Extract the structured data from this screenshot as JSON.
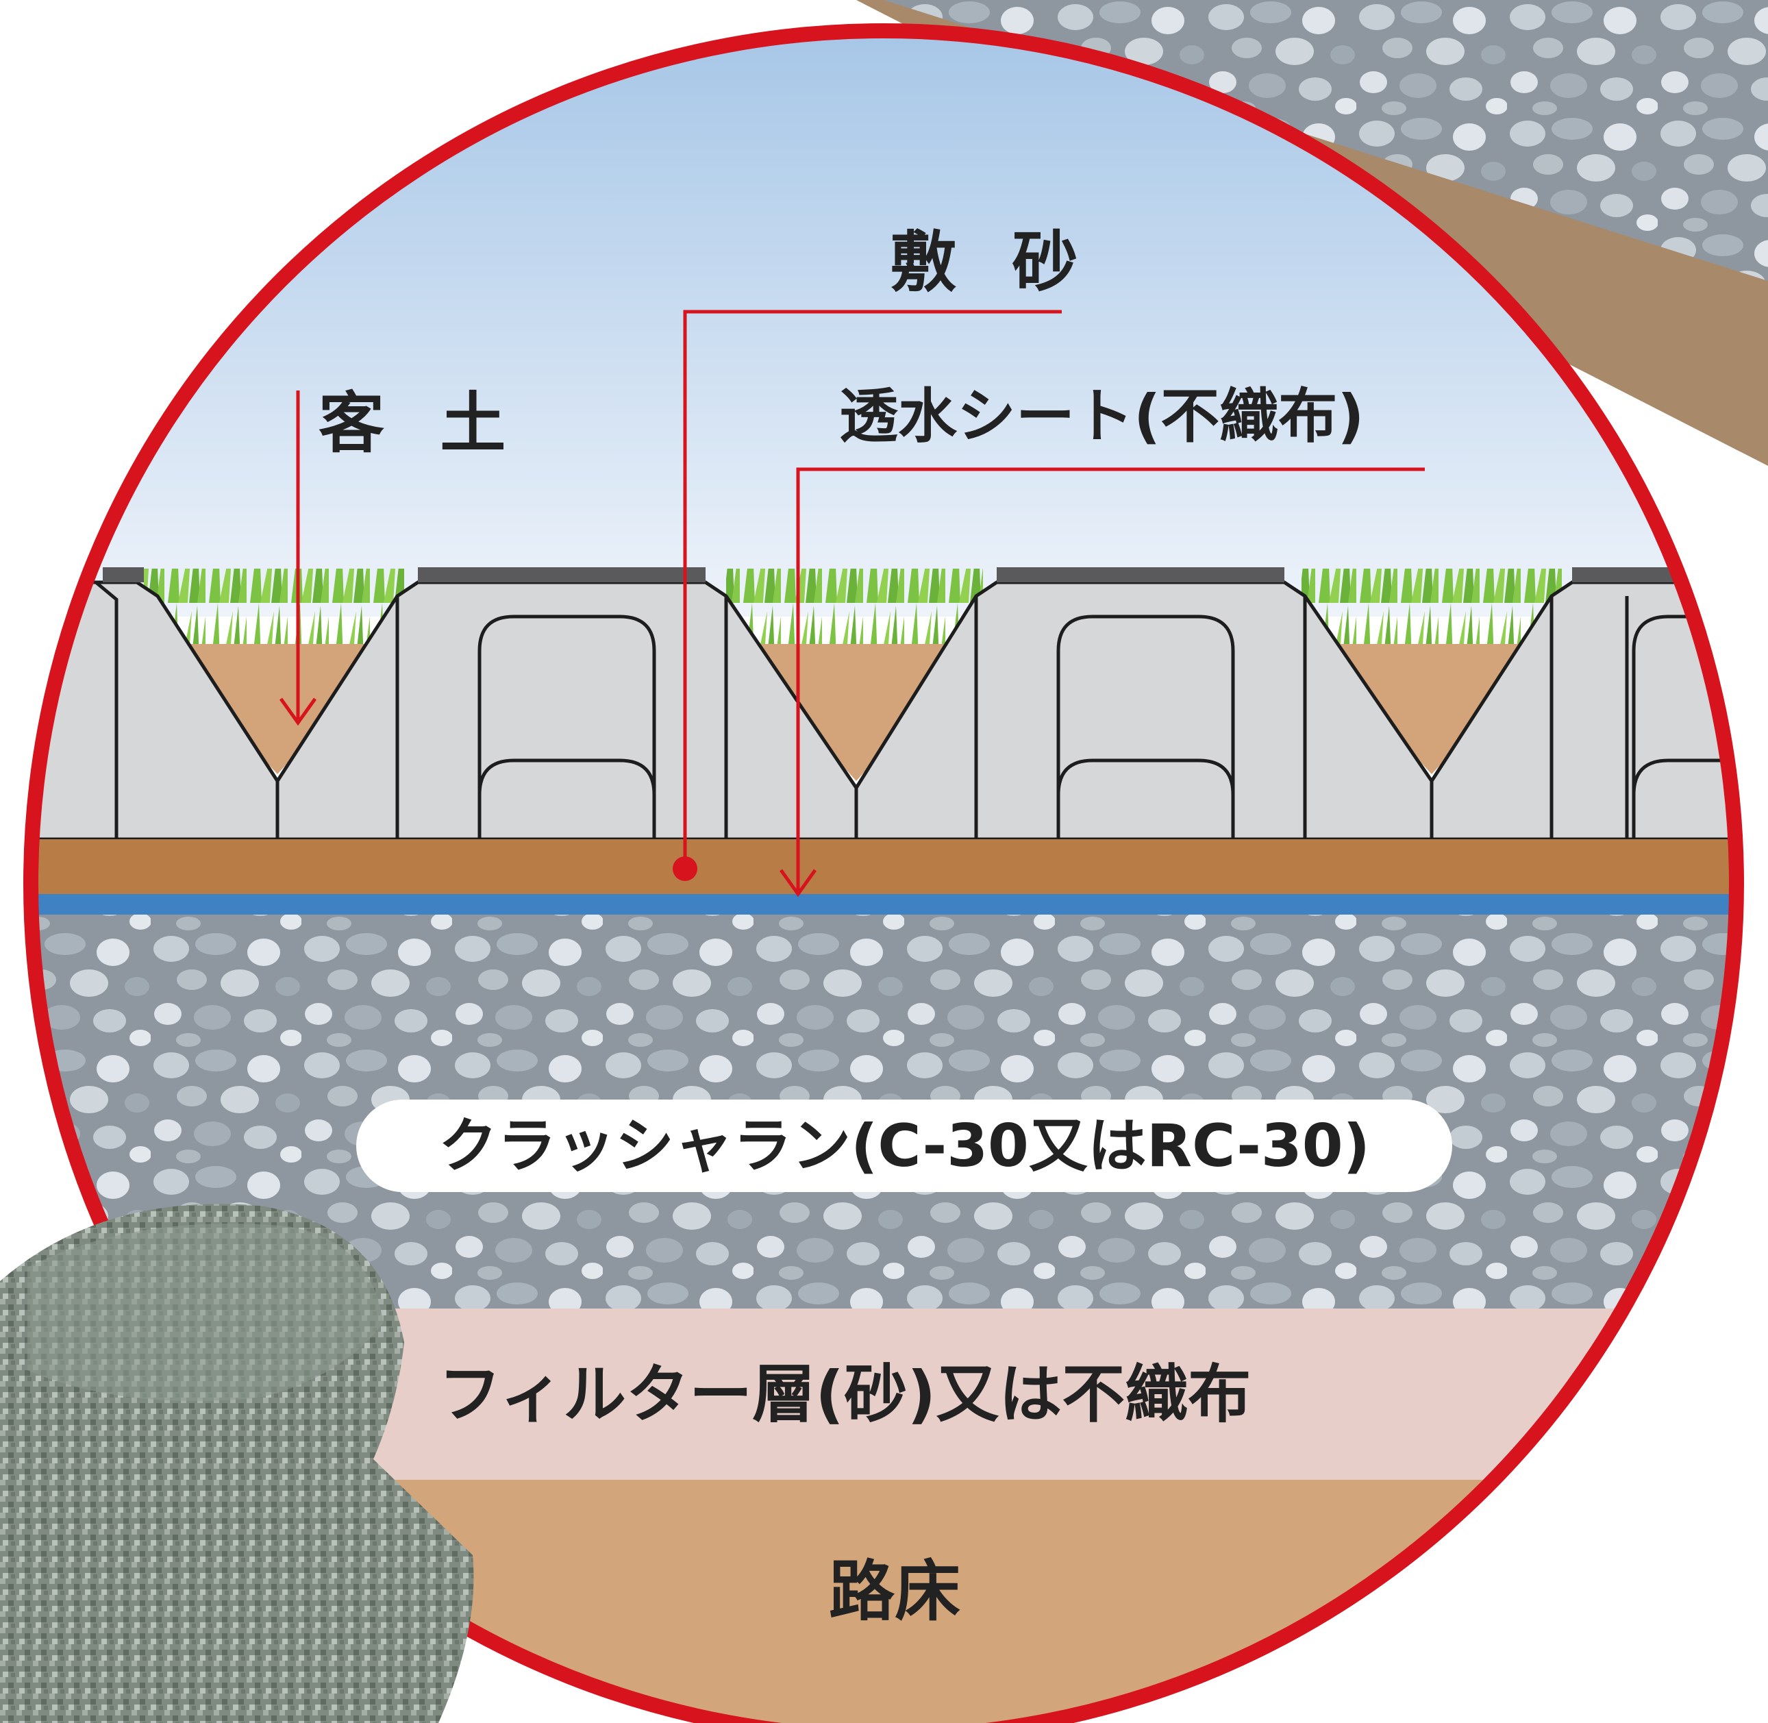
{
  "labels": {
    "bedding_sand": "敷 砂",
    "guest_soil": "客 土",
    "permeable_sheet": "透水シート(不織布)",
    "crusher_run": "クラッシャラン(C-30又はRC-30)",
    "filter_layer": "フィルター層(砂)又は不織布",
    "subgrade": "路床"
  },
  "colors": {
    "frame_red": "#d7141d",
    "sky_top": "#a3c4e6",
    "sky_bottom": "#e6eef8",
    "block_gray": "#d6d7d9",
    "grass_green": "#7cc243",
    "soil_fill": "#d3a47a",
    "sand_layer": "#b87c46",
    "sheet_blue": "#3f82c4",
    "gravel_base": "#8e979f",
    "filter_pink": "#e7cec9",
    "subgrade_tan": "#d2a57a",
    "road_brown": "#a8896a"
  },
  "icons": {
    "inset_block": "concrete-block-photo-icon"
  }
}
